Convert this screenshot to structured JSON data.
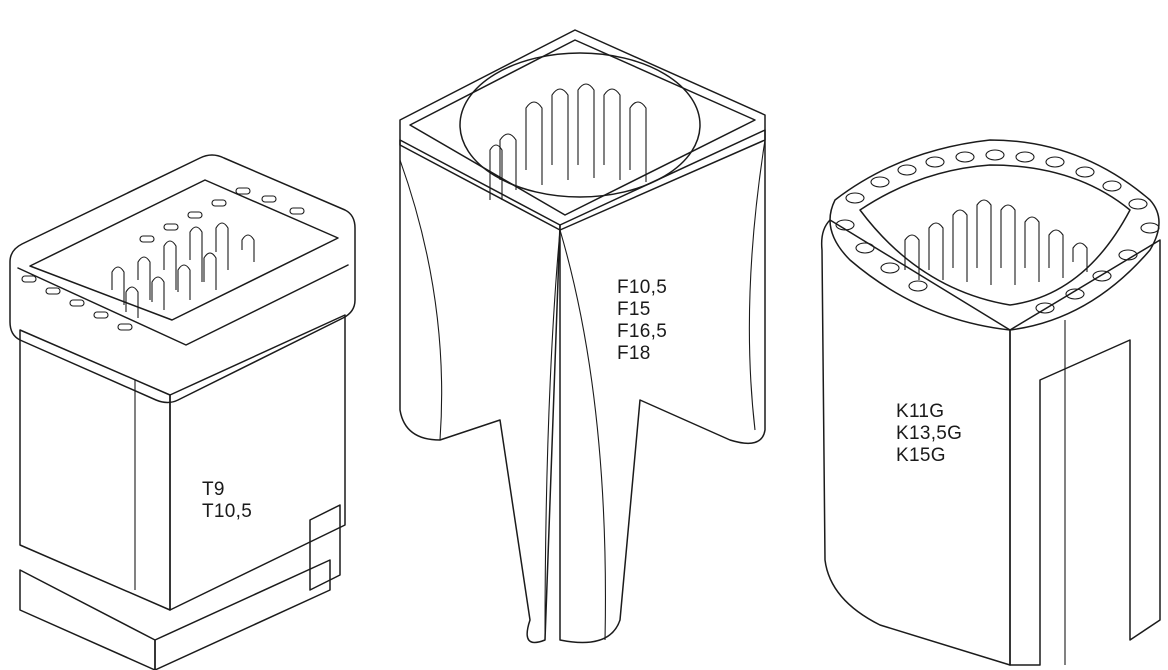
{
  "heaters": [
    {
      "id": "t-series",
      "models": [
        "T9",
        "T10,5"
      ]
    },
    {
      "id": "f-series",
      "models": [
        "F10,5",
        "F15",
        "F16,5",
        "F18"
      ]
    },
    {
      "id": "k-series",
      "models": [
        "K11G",
        "K13,5G",
        "K15G"
      ]
    }
  ],
  "colors": {
    "line": "#1b1b1b",
    "panel_light": "#f1f1f1",
    "panel_mid": "#e2e2e2",
    "panel_dark": "#cfcfcf",
    "interior": "#f7f7f7"
  }
}
